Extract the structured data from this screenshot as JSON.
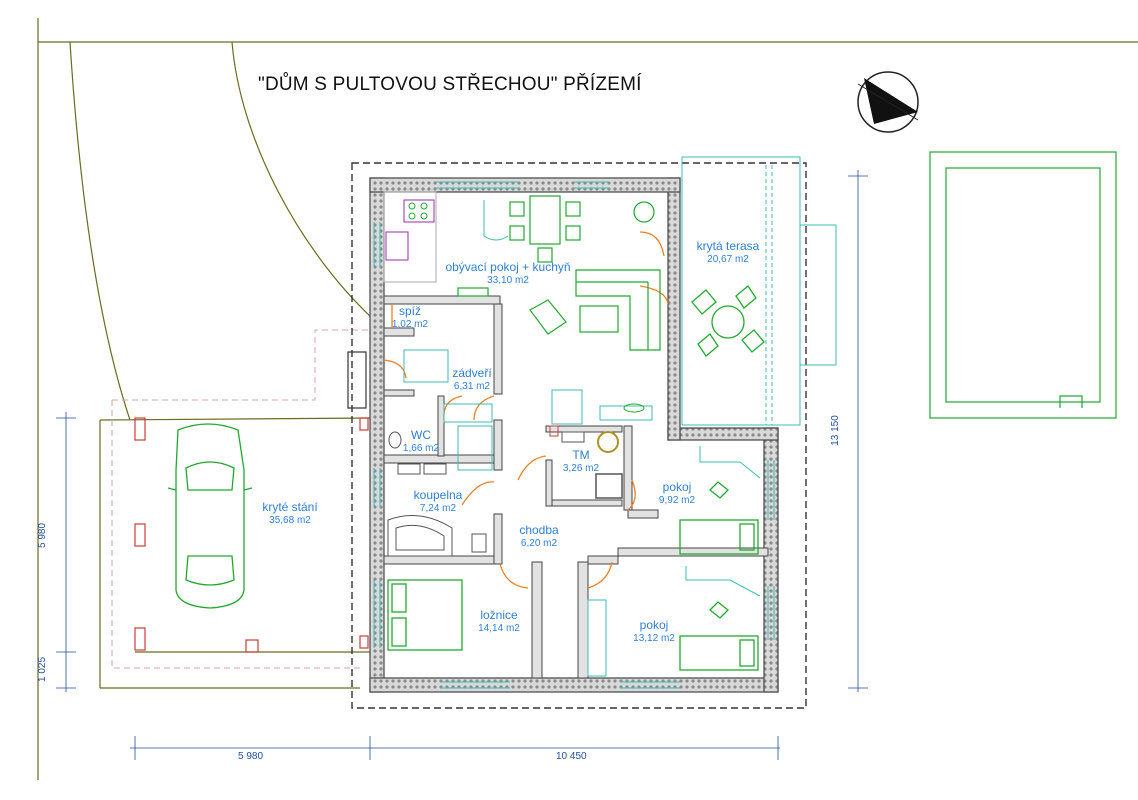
{
  "title": "\"DŮM S PULTOVOU STŘECHOU\"  PŘÍZEMÍ",
  "rooms": {
    "living": {
      "name": "obývací pokoj + kuchyň",
      "area": "33,10 m2"
    },
    "terrace": {
      "name": "krytá terasa",
      "area": "20,67 m2"
    },
    "pantry": {
      "name": "spíž",
      "area": "1,02 m2"
    },
    "entry": {
      "name": "zádveří",
      "area": "6,31 m2"
    },
    "wc": {
      "name": "WC",
      "area": "1,66 m2"
    },
    "tech": {
      "name": "TM",
      "area": "3,26 m2"
    },
    "bathroom": {
      "name": "koupelna",
      "area": "7,24 m2"
    },
    "room1": {
      "name": "pokoj",
      "area": "9,92 m2"
    },
    "hall": {
      "name": "chodba",
      "area": "6,20 m2"
    },
    "bedroom": {
      "name": "ložnice",
      "area": "14,14 m2"
    },
    "room2": {
      "name": "pokoj",
      "area": "13,12 m2"
    },
    "carport": {
      "name": "kryté stání",
      "area": "35,68 m2"
    }
  },
  "dimensions": {
    "carport_width": "5 980",
    "house_width": "10 450",
    "carport_depth": "5 980",
    "carport_offset": "1 025",
    "house_depth": "13 150"
  },
  "colors": {
    "wall": "#444444",
    "room_text": "#2f7fd6",
    "furniture": "#1faa2e",
    "door": "#f08020",
    "site_line": "#6b6b1e",
    "dimension": "#1e4d9c"
  }
}
